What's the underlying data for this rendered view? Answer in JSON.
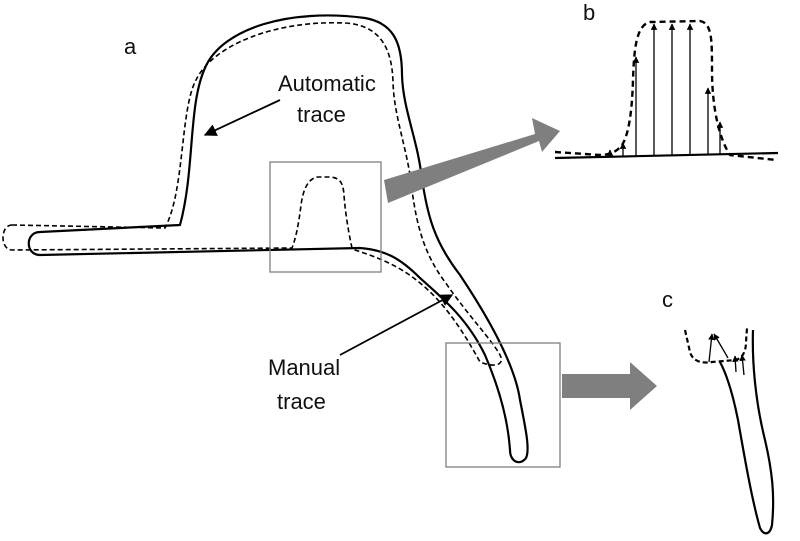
{
  "panels": {
    "a": "a",
    "b": "b",
    "c": "c"
  },
  "labels": {
    "automatic": [
      "Automatic",
      "trace"
    ],
    "manual": [
      "Manual",
      "trace"
    ]
  },
  "colors": {
    "manual_trace": "#000000",
    "automatic_trace": "#000000",
    "zoom_box": "#808080",
    "zoom_arrow": "#7f7f7f"
  },
  "legend": {
    "automatic_trace_style": "dashed",
    "manual_trace_style": "solid"
  }
}
